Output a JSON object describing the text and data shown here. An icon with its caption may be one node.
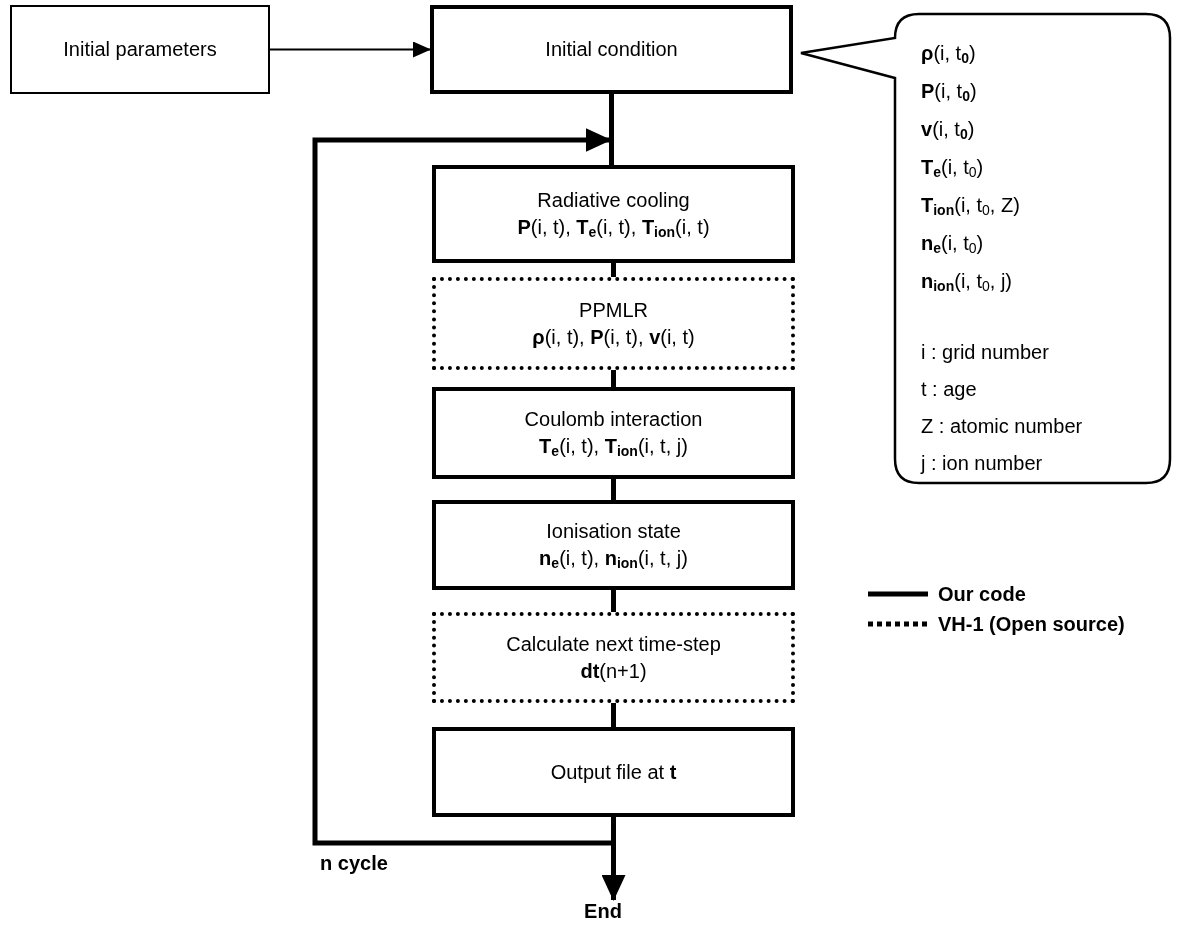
{
  "diagram": {
    "nodes": [
      {
        "text": [
          "Initial parameters"
        ]
      },
      {
        "text": [
          "Initial condition"
        ]
      },
      {
        "text": [
          "Radiative cooling",
          "**P**(i, t), **T**$_{e}$(i, t), **T**$_{ion}$(i, t)"
        ]
      },
      {
        "text": [
          "PPMLR",
          "**ρ**(i, t), **P**(i, t), **v**(i, t)"
        ]
      },
      {
        "text": [
          "Coulomb interaction",
          "**T**$_{e}$(i, t), **T**$_{ion}$(i, t, j)"
        ]
      },
      {
        "text": [
          "Ionisation state",
          "**n**$_{e}$(i, t), **n**$_{ion}$(i, t, j)"
        ]
      },
      {
        "text": [
          "Calculate next time-step",
          "**dt**(n+1)"
        ]
      },
      {
        "text": [
          "Output file at **t**"
        ]
      },
      {
        "text": [
          "End"
        ]
      },
      {
        "text": [
          "**ρ**(i, t$_{0}$)",
          "**P**(i, t$_{0}$)",
          "**v**(i, t$_{0}$)",
          "**T**$_{e}$(i, t$_{0}$)",
          "**T**$_{ion}$(i, t$_{0}$, Z)",
          "**n**$_{e}$(i, t$_{0}$)",
          "**n**$_{ion}$(i, t$_{0}$, j)",
          "i : grid number",
          "t : age",
          "Z : atomic number",
          "j : ion number"
        ]
      }
    ],
    "edges": [
      {
        "from": 0,
        "to": 1,
        "arrow": "to"
      },
      {
        "from": 1,
        "to": 2,
        "arrow": "none"
      },
      {
        "from": 2,
        "to": 3,
        "arrow": "none"
      },
      {
        "from": 3,
        "to": 4,
        "arrow": "none"
      },
      {
        "from": 4,
        "to": 5,
        "arrow": "none"
      },
      {
        "from": 5,
        "to": 6,
        "arrow": "none"
      },
      {
        "from": 6,
        "to": 7,
        "arrow": "none"
      },
      {
        "from": 7,
        "to": 8,
        "arrow": "to"
      },
      {
        "from": 7,
        "to": 2,
        "arrow": "to",
        "label": "n cycle"
      }
    ],
    "legend": [
      {
        "text": "Our code"
      },
      {
        "text": "VH-1 (Open source)"
      }
    ]
  }
}
